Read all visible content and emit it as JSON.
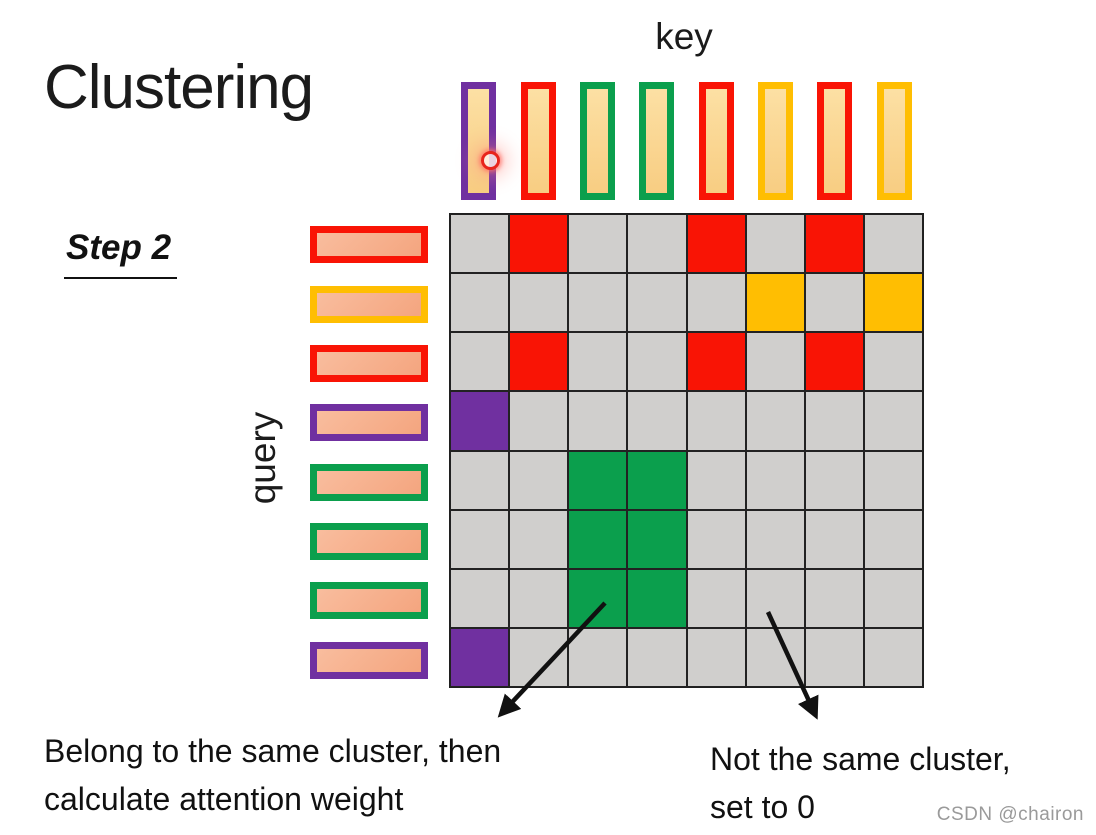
{
  "title": "Clustering",
  "labels": {
    "key": "key",
    "query": "query",
    "step": "Step 2"
  },
  "colors": {
    "red": "#f91405",
    "orange": "#ffbe02",
    "green": "#0b9f4d",
    "purple": "#7030a0",
    "cell_gray": "#d0cfcd",
    "grid_line": "#222222",
    "arrow": "#111111",
    "key_fill": "#f8cd82",
    "query_fill": "#f4a57f",
    "laser": "#e8241c",
    "watermark_gray": "#9a9a9a"
  },
  "keys": [
    "purple",
    "red",
    "green",
    "green",
    "red",
    "orange",
    "red",
    "orange"
  ],
  "queries": [
    "red",
    "orange",
    "red",
    "purple",
    "green",
    "green",
    "green",
    "purple"
  ],
  "grid": {
    "rows": 8,
    "cols": 8,
    "colored_cells": [
      {
        "row": 0,
        "col": 1,
        "color": "red"
      },
      {
        "row": 0,
        "col": 4,
        "color": "red"
      },
      {
        "row": 0,
        "col": 6,
        "color": "red"
      },
      {
        "row": 1,
        "col": 5,
        "color": "orange"
      },
      {
        "row": 1,
        "col": 7,
        "color": "orange"
      },
      {
        "row": 2,
        "col": 1,
        "color": "red"
      },
      {
        "row": 2,
        "col": 4,
        "color": "red"
      },
      {
        "row": 2,
        "col": 6,
        "color": "red"
      },
      {
        "row": 3,
        "col": 0,
        "color": "purple"
      },
      {
        "row": 4,
        "col": 2,
        "color": "green"
      },
      {
        "row": 4,
        "col": 3,
        "color": "green"
      },
      {
        "row": 5,
        "col": 2,
        "color": "green"
      },
      {
        "row": 5,
        "col": 3,
        "color": "green"
      },
      {
        "row": 6,
        "col": 2,
        "color": "green"
      },
      {
        "row": 6,
        "col": 3,
        "color": "green"
      },
      {
        "row": 7,
        "col": 0,
        "color": "purple"
      }
    ]
  },
  "captions": {
    "same_cluster_line1": "Belong to the same cluster, then",
    "same_cluster_line2": "calculate attention weight",
    "not_same_line1": "Not the same cluster,",
    "not_same_line2": "set to 0"
  },
  "watermark": "CSDN @chairon"
}
